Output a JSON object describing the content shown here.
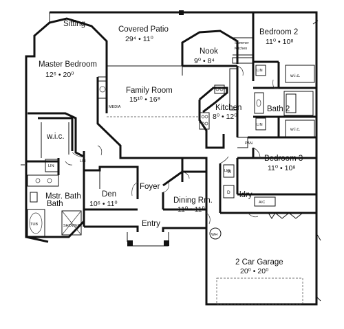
{
  "rooms": {
    "sitting": {
      "name": "Sitting"
    },
    "covered_patio": {
      "name": "Covered Patio",
      "dims": "29⁴ • 11⁰"
    },
    "master_bedroom": {
      "name": "Master Bedroom",
      "dims": "12⁶ • 20⁰"
    },
    "nook": {
      "name": "Nook",
      "dims": "9⁰ • 8⁴"
    },
    "summer_kitchen": {
      "name": "Summer Kitchen"
    },
    "bedroom2": {
      "name": "Bedroom 2",
      "dims": "11⁰ • 10⁸"
    },
    "family_room": {
      "name": "Family Room",
      "dims": "15¹⁰ • 16⁸"
    },
    "kitchen": {
      "name": "Kitchen",
      "dims": "8⁰ • 12⁰"
    },
    "bath2": {
      "name": "Bath 2"
    },
    "wic_master": {
      "name": "w.i.c."
    },
    "wic_bed2": {
      "name": "w.i.c."
    },
    "wic_bed3": {
      "name": "w.i.c."
    },
    "bedroom3": {
      "name": "Bedroom 3",
      "dims": "11⁰ • 10⁸"
    },
    "master_bath": {
      "name": "Mstr. Bath"
    },
    "den": {
      "name": "Den",
      "dims": "10⁶ • 11⁰"
    },
    "foyer": {
      "name": "Foyer"
    },
    "dining": {
      "name": "Dining Rm.",
      "dims": "11⁰ • 11⁰"
    },
    "laundry": {
      "name": "ldry"
    },
    "entry": {
      "name": "Entry"
    },
    "garage": {
      "name": "2 Car Garage",
      "dims": "20⁰ • 20⁰"
    }
  },
  "fixtures": {
    "media": "MEDIA",
    "pan": "PAN.",
    "ac": "A/C",
    "wh": "WH",
    "tub": "TUB",
    "shower": "SHOWER",
    "lin_labels": [
      "LIN",
      "LIN",
      "LIN",
      "LIN",
      "LIN"
    ],
    "washer": "W",
    "dryer": "D"
  }
}
